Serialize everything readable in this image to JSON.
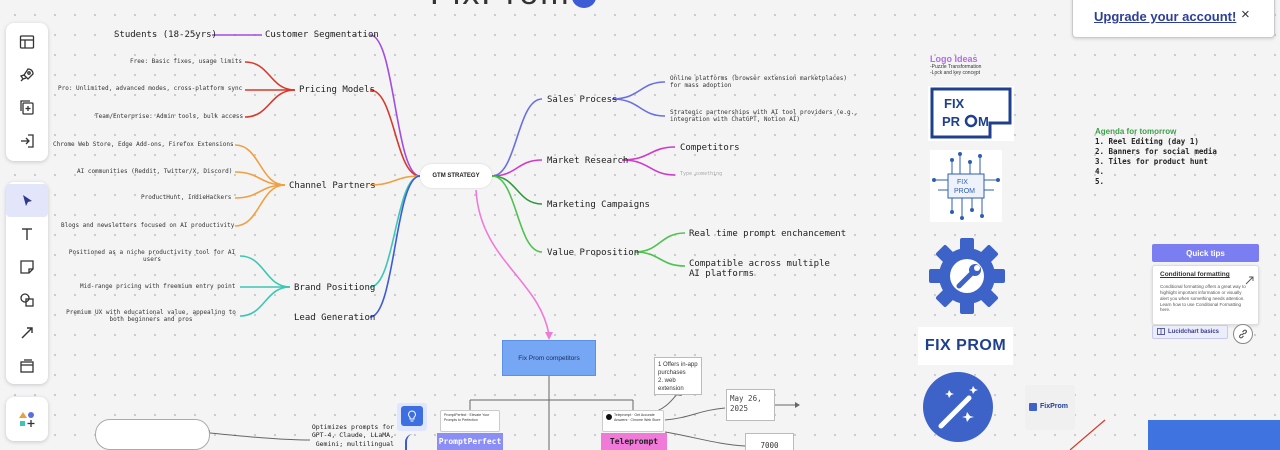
{
  "app": {
    "title_fragment": "FixProm"
  },
  "banner": {
    "upgrade_label": "Upgrade your account!",
    "close_label": "×"
  },
  "center": {
    "label": "GTM STRATEGY"
  },
  "left": {
    "customer_segmentation": {
      "label": "Customer Segmentation",
      "items": [
        "Students (18-25yrs)"
      ]
    },
    "pricing_models": {
      "label": "Pricing Models",
      "items": [
        "Free: Basic fixes, usage limits",
        "Pro: Unlimited, advanced modes, cross-platform sync",
        "Team/Enterprise: Admin tools, bulk access"
      ]
    },
    "channel_partners": {
      "label": "Channel Partners",
      "items": [
        "Chrome Web Store, Edge Add-ons, Firefox Extensions",
        "AI communities (Reddit, Twitter/X, Discord)",
        "ProductHunt, IndieHackers",
        "Blogs and newsletters focused on AI productivity"
      ]
    },
    "brand_positioning": {
      "label": "Brand Positiong",
      "items": [
        "Positioned as a niche productivity tool for AI users",
        "Mid-range pricing with freemium entry point",
        "Premium UX with educational value, appealing to both beginners and pros"
      ]
    },
    "lead_generation": {
      "label": "Lead Generation"
    }
  },
  "right": {
    "sales_process": {
      "label": "Sales Process",
      "items": [
        "Online platforms (browser extension marketplaces) for mass adoption",
        "Strategic partnerships with AI tool providers (e.g., integration with ChatGPT, Notion AI)"
      ]
    },
    "market_research": {
      "label": "Market Research",
      "items": [
        "Competitors",
        "Type something"
      ]
    },
    "marketing_campaigns": {
      "label": "Marketing Campaigns"
    },
    "value_proposition": {
      "label": "Value Proposition",
      "items": [
        "Real time prompt enchancement",
        "Compatible across multiple AI platforms"
      ]
    }
  },
  "competitors": {
    "box_label": "Fix Prom competitors",
    "promptperfect": {
      "label": "PromptPerfect",
      "card_text": "PromptPerfect · Elevate Your Prompts to Perfection"
    },
    "teleprompt": {
      "label": "Teleprompt",
      "card_text": "Teleprompt · Get Accurate Answers · Chrome Web Store"
    },
    "offers_note": "1 Offers in-app purchases\n2. web extension",
    "date": "May 26, 2025",
    "count": "7000",
    "desc": "Optimizes prompts for GPT-4, Claude, LLaMA, Gemini; multilingual"
  },
  "logo_ideas": {
    "title": "Logo Ideas",
    "notes": [
      "-Puzzle Transformation",
      "-Lock and key concept"
    ],
    "wordmark": "FIX PROM",
    "small_brand": "FixProm"
  },
  "agenda": {
    "title": "Agenda for tomorrow",
    "items": [
      "1. Reel Editing (day 1)",
      "2. Banners for social media",
      "3. Tiles for product hunt",
      "4.",
      "5."
    ]
  },
  "quick_tips": {
    "button": "Quick tips",
    "title": "Conditional formatting",
    "body": "Conditional formatting offers a great way to highlight important information or visually alert you when something needs attention. Learn how to use Conditional Formatting here.",
    "lucid_basics": "Lucidchart basics"
  },
  "tools": [
    "table-icon",
    "rocket-icon",
    "add-page-icon",
    "import-icon",
    "select-icon",
    "text-icon",
    "sticky-note-icon",
    "shapes-icon",
    "line-icon",
    "frame-icon",
    "shape-library-icon"
  ],
  "colors": {
    "purple": "#a24de0",
    "red": "#d7392b",
    "orange": "#f0a040",
    "teal": "#3cc7b2",
    "blue": "#3e5bd6",
    "indigo": "#6a6fe0",
    "magenta": "#d03ac8",
    "green": "#2e9a3c",
    "lime": "#4fc24f",
    "pink": "#f07ad8"
  }
}
